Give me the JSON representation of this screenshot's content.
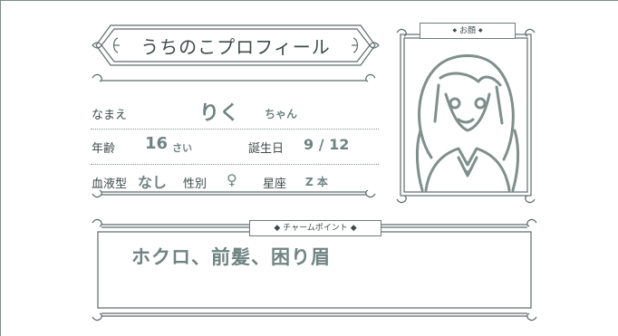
{
  "title": "うちのこプロフィール",
  "labels": {
    "name": "なまえ",
    "age": "年齢",
    "birthday": "誕生日",
    "blood": "血液型",
    "gender": "性別",
    "zodiac": "星座"
  },
  "values": {
    "name": "りく",
    "name_suffix": "ちゃん",
    "age": "16",
    "age_suffix": "さい",
    "birthday": "9 / 12",
    "blood": "なし",
    "gender": "♀",
    "zodiac": "Z 本"
  },
  "face_label": "お顔",
  "charm_label": "チャームポイント",
  "charm_text": "ホクロ、前髪、困り眉",
  "colors": {
    "ink": "#6f8480",
    "frame": "#5f6b6a",
    "text": "#3e4b4a"
  }
}
